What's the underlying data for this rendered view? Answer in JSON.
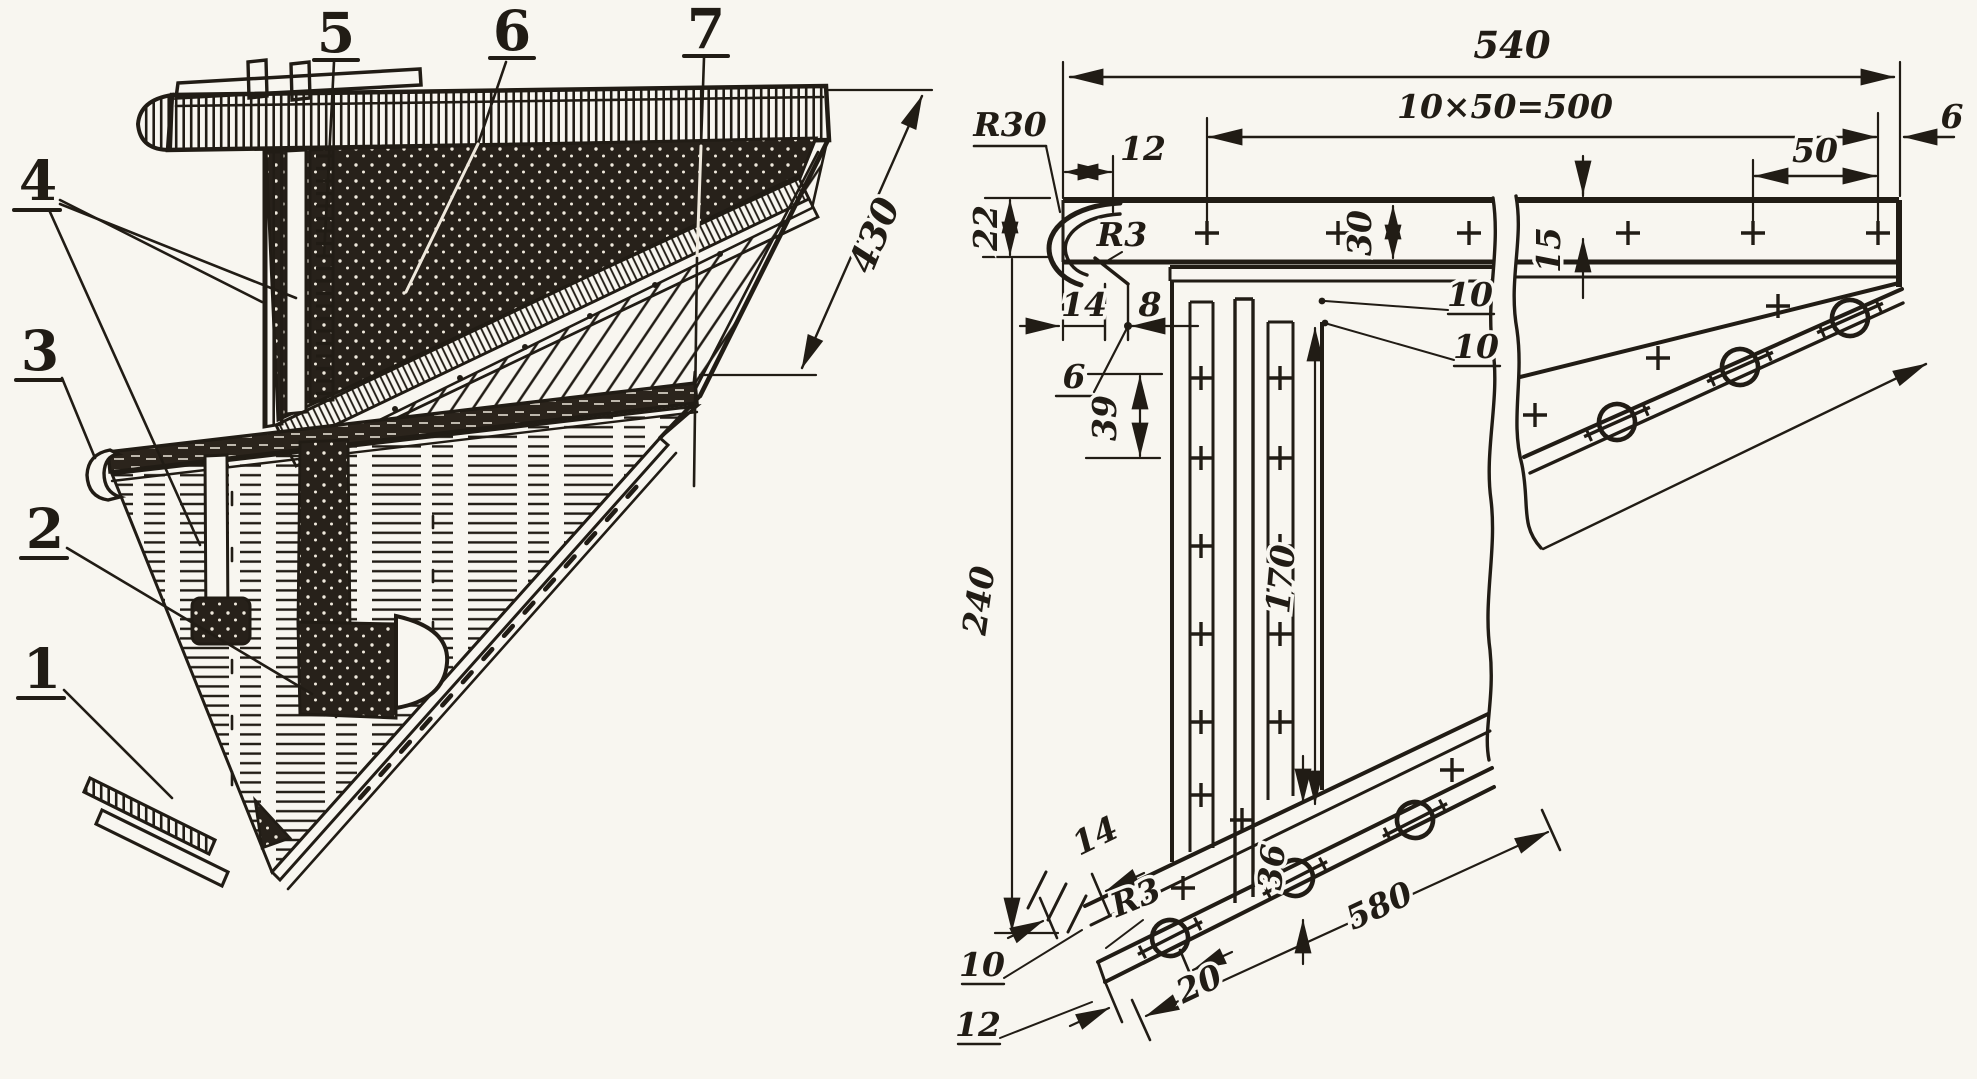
{
  "colors": {
    "paper": "#f8f6f0",
    "ink": "#211c15"
  },
  "left_view": {
    "description": "perspective cutaway illustration of transom corner assembly",
    "callouts": {
      "c1": "1",
      "c2": "2",
      "c3": "3",
      "c4": "4",
      "c5": "5",
      "c6": "6",
      "c7": "7"
    },
    "dims": {
      "height_430": "430"
    }
  },
  "right_view": {
    "dims": {
      "total_540": "540",
      "spacing_500": "10×50=500",
      "pitch_50": "50",
      "edge_6": "6",
      "r30": "R30",
      "offset_12": "12",
      "lip_22": "22",
      "r3_top": "R3",
      "rail_30": "30",
      "inset_15": "15",
      "step_14": "14",
      "step_8": "8",
      "ply_6": "6",
      "gap_10a": "10",
      "gap_10b": "10",
      "drop_39": "39",
      "batten_170": "170",
      "height_240": "240",
      "end_14": "14",
      "r3_bottom": "R3",
      "bar_36": "36",
      "bar_580": "580",
      "inset_20": "20",
      "layer_10": "10",
      "layer_12": "12"
    }
  }
}
